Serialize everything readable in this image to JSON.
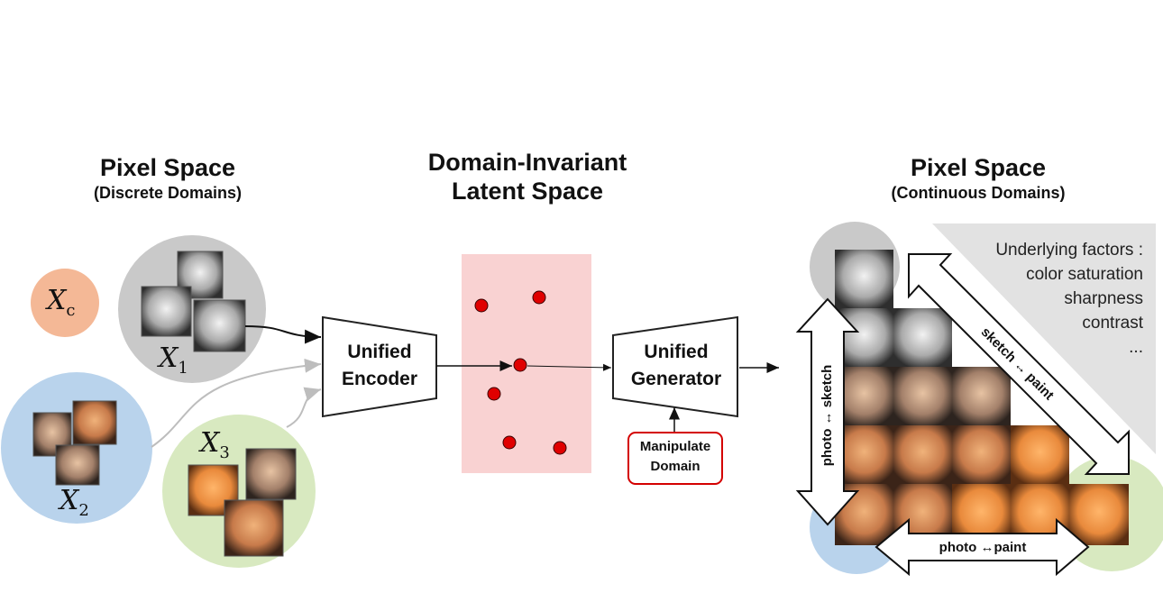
{
  "left_section": {
    "title": "Pixel Space",
    "subtitle": "(Discrete Domains)",
    "domain_labels": {
      "xc": "c",
      "x1": "1",
      "x2": "2",
      "x3": "3"
    },
    "domain_symbol": "X"
  },
  "middle_section": {
    "title_line1": "Domain-Invariant",
    "title_line2": "Latent Space"
  },
  "encoder": {
    "line1": "Unified",
    "line2": "Encoder"
  },
  "generator": {
    "line1": "Unified",
    "line2": "Generator"
  },
  "manipulate": {
    "line1": "Manipulate",
    "line2": "Domain"
  },
  "right_section": {
    "title": "Pixel Space",
    "subtitle": "(Continuous Domains)",
    "factors_heading": "Underlying factors :",
    "factors": [
      "color saturation",
      "sharpness",
      "contrast",
      "..."
    ],
    "arrow_labels": {
      "vertical": "photo ↔ sketch",
      "diagonal": "sketch ↔ paint",
      "horizontal": "photo ↔paint"
    }
  },
  "colors": {
    "xc_circle": "#f4b896",
    "x1_circle": "#c9c9c9",
    "x2_circle": "#b9d3ec",
    "x3_circle": "#d8e9c0",
    "latent_box": "#f9d2d2",
    "point": "#e00000",
    "manipulate_border": "#d40000"
  }
}
